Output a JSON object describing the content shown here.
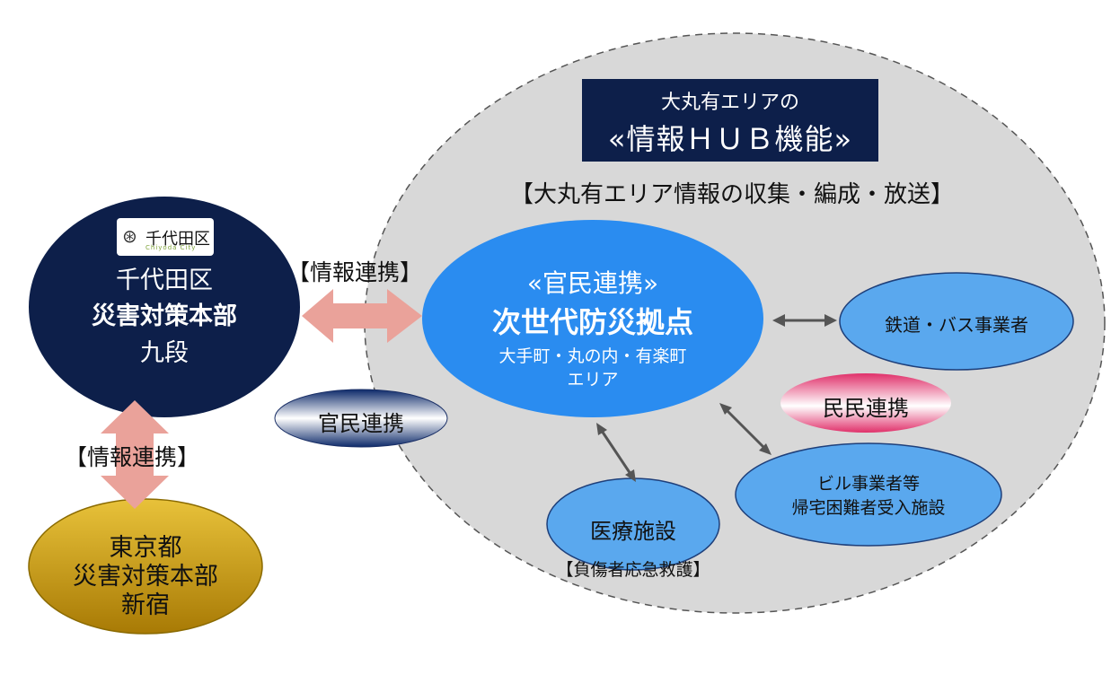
{
  "hub": {
    "title_line1": "大丸有エリアの",
    "title_line2": "«情報ＨＵＢ機能»",
    "subtitle": "【大丸有エリア情報の収集・編成・放送】"
  },
  "chiyoda": {
    "logo_text": "千代田区",
    "logo_sub": "Chiyoda City",
    "line1": "千代田区",
    "line2": "災害対策本部",
    "line3": "九段"
  },
  "tokyo": {
    "line1": "東京都",
    "line2": "災害対策本部",
    "line3": "新宿"
  },
  "center": {
    "line1": "«官民連携»",
    "line2": "次世代防災拠点",
    "line3": "大手町・丸の内・有楽町",
    "line4": "エリア"
  },
  "labels": {
    "info_link_horizontal": "【情報連携】",
    "info_link_vertical": "【情報連携】",
    "public_private": "官民連携",
    "private_private": "民民連携"
  },
  "nodes": {
    "rail_bus": "鉄道・バス事業者",
    "building_line1": "ビル事業者等",
    "building_line2": "帰宅困難者受入施設",
    "medical": "医療施設",
    "medical_caption": "【負傷者応急救護】"
  },
  "colors": {
    "navy": "#0d1f4a",
    "blue": "#2a8cf0",
    "light_blue": "#5aa8ee",
    "gold": "#c89a10",
    "pink": "#e0306a",
    "salmon_arrow": "#eaa29a",
    "dashed_area": "#d8d8d8"
  }
}
